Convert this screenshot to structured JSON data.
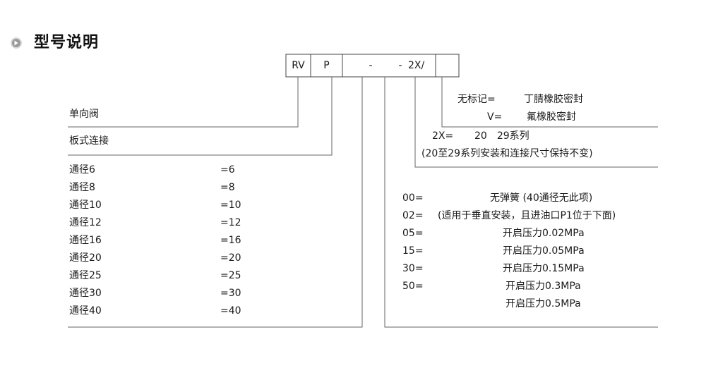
{
  "title": "型号说明",
  "code_boxes": [
    "RV",
    "P",
    "",
    "-",
    "-",
    "2X/",
    ""
  ],
  "features": {
    "type": "单向阀",
    "connection": "板式连接"
  },
  "sizes": [
    {
      "label": "通径6",
      "code": "=6"
    },
    {
      "label": "通径8",
      "code": "=8"
    },
    {
      "label": "通径10",
      "code": "=10"
    },
    {
      "label": "通径12",
      "code": "=12"
    },
    {
      "label": "通径16",
      "code": "=16"
    },
    {
      "label": "通径20",
      "code": "=20"
    },
    {
      "label": "通径25",
      "code": "=25"
    },
    {
      "label": "通径30",
      "code": "=30"
    },
    {
      "label": "通径40",
      "code": "=40"
    }
  ],
  "seals": [
    {
      "code": "无标记=",
      "desc": "丁腈橡胶密封"
    },
    {
      "code": "V=",
      "desc": "氟橡胶密封"
    }
  ],
  "series": {
    "code": "2X=",
    "value": "20　29系列",
    "note": "(20至29系列安装和连接尺寸保持不变)"
  },
  "springs": [
    {
      "code": "00=",
      "desc": "无弹簧 (40通径无此项)"
    },
    {
      "code": "02=",
      "desc": "(适用于垂直安装，且进油口P1位于下面)"
    },
    {
      "code": "05=",
      "desc": "开启压力0.02MPa"
    },
    {
      "code": "15=",
      "desc": "开启压力0.05MPa"
    },
    {
      "code": "30=",
      "desc": "开启压力0.15MPa"
    },
    {
      "code": "50=",
      "desc": "开启压力0.3MPa"
    },
    {
      "code": "",
      "desc": "开启压力0.5MPa"
    }
  ]
}
